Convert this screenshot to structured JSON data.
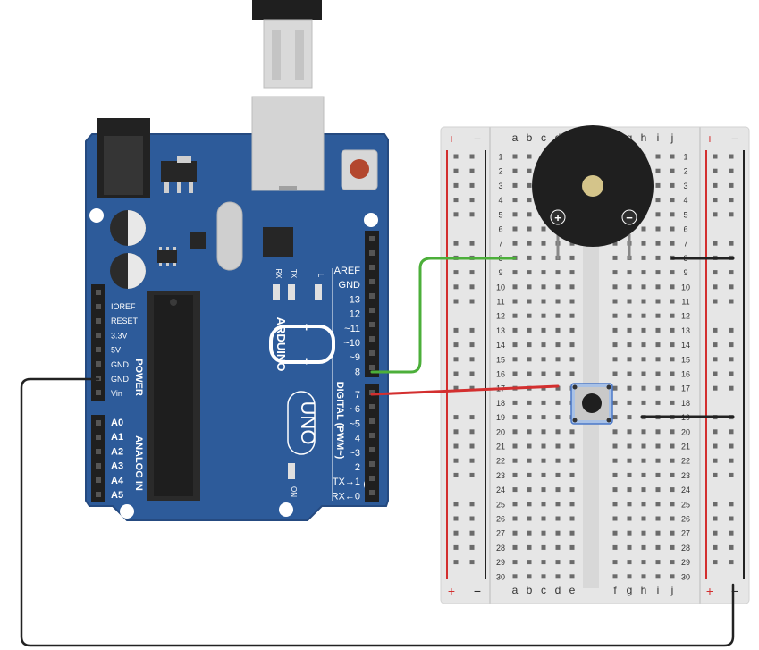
{
  "arduino": {
    "crystal_text": "",
    "led_tx": "TX",
    "led_rx": "RX",
    "led_l": "L",
    "led_on": "ON",
    "brand": "ARDUINO",
    "model": "UNO",
    "digital_header": "DIGITAL (PWM~)",
    "power_header": "POWER",
    "analog_header": "ANALOG IN",
    "digital_pins": [
      "AREF",
      "GND",
      "13",
      "12",
      "~11",
      "~10",
      "~9",
      "8",
      "7",
      "~6",
      "~5",
      "4",
      "~3",
      "2",
      "TX→1",
      "RX←0"
    ],
    "power_pins": [
      "IOREF",
      "RESET",
      "3.3V",
      "5V",
      "GND",
      "GND",
      "Vin"
    ],
    "analog_pins": [
      "A0",
      "A1",
      "A2",
      "A3",
      "A4",
      "A5"
    ]
  },
  "breadboard": {
    "rail_plus": "+",
    "rail_minus": "−",
    "columns_left": [
      "a",
      "b",
      "c",
      "d",
      "e"
    ],
    "columns_right": [
      "f",
      "g",
      "h",
      "i",
      "j"
    ],
    "rows": [
      "1",
      "2",
      "3",
      "4",
      "5",
      "6",
      "7",
      "8",
      "9",
      "10",
      "11",
      "12",
      "13",
      "14",
      "15",
      "16",
      "17",
      "18",
      "19",
      "20",
      "21",
      "22",
      "23",
      "24",
      "25",
      "26",
      "27",
      "28",
      "29",
      "30"
    ]
  },
  "buzzer": {
    "plus": "+",
    "minus": "−"
  },
  "colors": {
    "board": "#2b5797",
    "wire_green": "#4caf3a",
    "wire_red": "#d32f2f",
    "wire_black": "#222222",
    "rail_red": "#d32f2f",
    "breadboard": "#e9e9e9"
  }
}
